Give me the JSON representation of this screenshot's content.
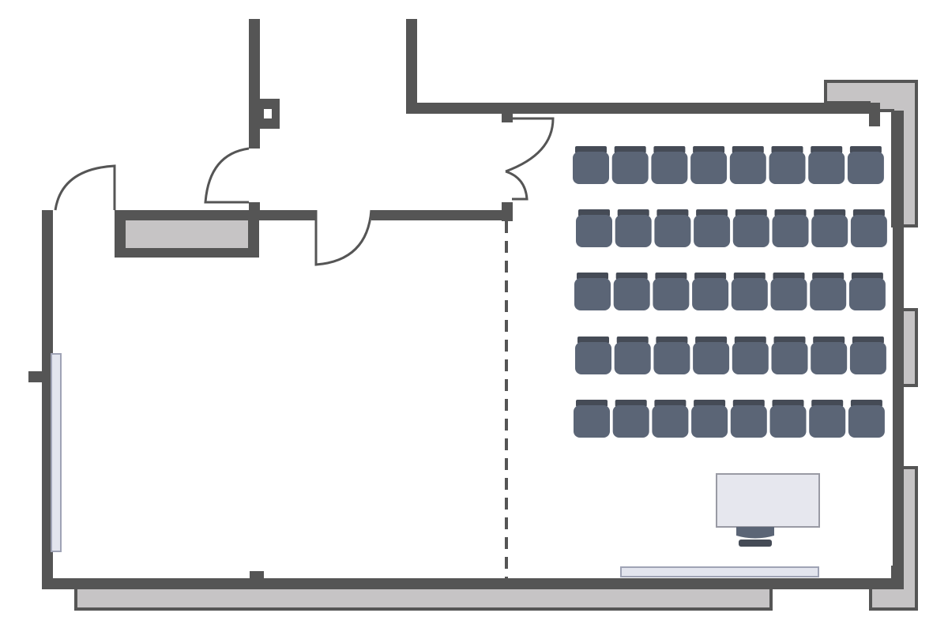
{
  "plan": {
    "colors": {
      "wall": "#555555",
      "column": "#c6c4c5",
      "door_line": "#555555",
      "seat": "#5b6576",
      "seat_back": "#454b56",
      "window": "#e3e5ee",
      "window_border": "#9fa3b5",
      "desk": "#e6e7ee",
      "desk_border": "#999aa4",
      "chair": "#5b6576",
      "partition": "#555555",
      "background": "#ffffff"
    },
    "seating": {
      "rows": 5,
      "seats_per_row": 8,
      "total_seats": 40
    },
    "furniture": [
      "instructor-desk",
      "instructor-chair",
      "front-shelf"
    ]
  }
}
